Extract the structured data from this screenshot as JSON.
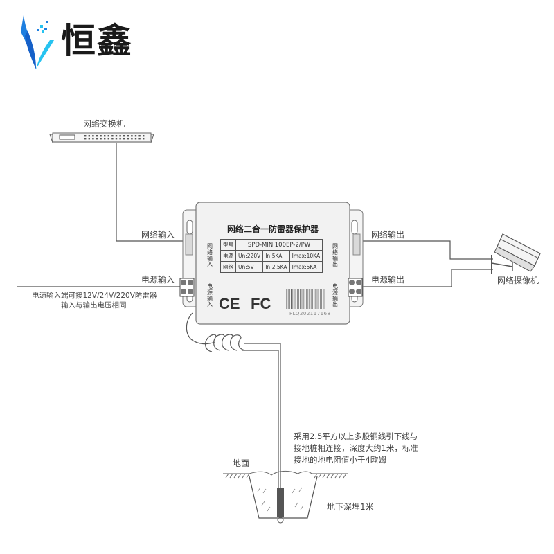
{
  "brand": {
    "name": "恒鑫"
  },
  "switch": {
    "label": "网络交换机"
  },
  "left": {
    "network_in": "网络输入",
    "power_in": "电源输入",
    "power_note_line1": "电源输入端可接12V/24V/220V防雷器",
    "power_note_line2": "输入与输出电压相同"
  },
  "right": {
    "network_out": "网络输出",
    "power_out": "电源输出",
    "camera_label": "网络摄像机"
  },
  "device": {
    "title": "网络二合一防雷器保护器",
    "side_left_net": "网络输入",
    "side_left_pwr": "电源输入",
    "side_right_net": "网络输出",
    "side_right_pwr": "电源输出",
    "table": {
      "model_key": "型号",
      "model_value": "SPD-MINI100EP-2/PW",
      "row1_key": "电源",
      "row1_un": "Un:220V",
      "row1_in": "In:5KA",
      "row1_imax": "Imax:10KA",
      "row2_key": "网络",
      "row2_un": "Un:5V",
      "row2_in": "In:2.5KA",
      "row2_imax": "Imax:5KA"
    },
    "ce_mark": "CE",
    "fcc_mark": "FC",
    "serial": "FLQ202117168"
  },
  "ground": {
    "surface_label": "地面",
    "note_line1": "采用2.5平方以上多股铜线引下线与",
    "note_line2": "接地桩相连接，深度大约1米，标准",
    "note_line3": "接地的地电阻值小于4欧姆",
    "depth_label": "地下深埋1米"
  },
  "colors": {
    "logo_blue": "#1e7fe0",
    "logo_cyan": "#27c3f0",
    "line": "#555555",
    "device_body": "#f2f2f2"
  }
}
